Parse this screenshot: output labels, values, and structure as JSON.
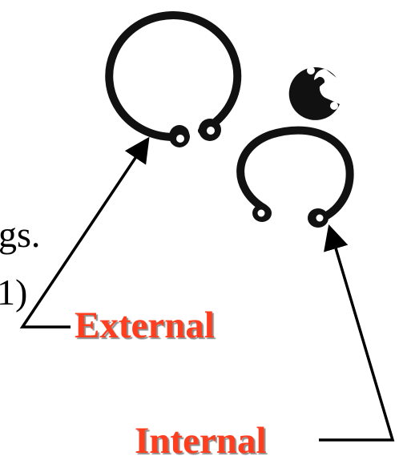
{
  "text": {
    "line1_fragment": "gs.",
    "line2_fragment": "1)"
  },
  "labels": {
    "external": "External",
    "internal": "Internal"
  },
  "colors": {
    "label": "#ff3d1f",
    "ring": "#111111",
    "arrow": "#000000",
    "background": "#ffffff"
  },
  "icons": {
    "external_ring": "external-retaining-ring",
    "internal_ring": "internal-retaining-ring",
    "e_clip": "e-clip-ring"
  }
}
